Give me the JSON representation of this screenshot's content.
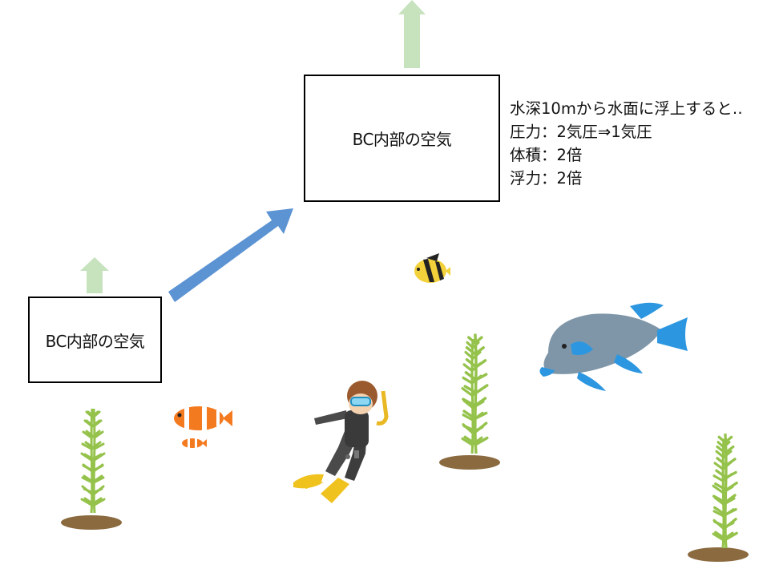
{
  "boxes": {
    "top_label": "BC内部の空気",
    "bottom_label": "BC内部の空気"
  },
  "info": {
    "line1": "水深10mから水面に浮上すると‥",
    "line2": "圧力：2気圧⇒1気圧",
    "line3": "体積：2倍",
    "line4": "浮力：2倍"
  },
  "colors": {
    "buoyancy_arrow": "#c6e3be",
    "ascent_arrow": "#5b93d3",
    "seaweed": "#94c24a",
    "soil": "#8b6a3f",
    "big_fish": "#7f96a8",
    "big_fish_fins": "#2c97e0",
    "clownfish": "#f47a1f"
  },
  "icons": [
    "seaweed-icon",
    "clownfish-icon",
    "butterflyfish-icon",
    "napoleon-fish-icon",
    "diver-icon"
  ]
}
